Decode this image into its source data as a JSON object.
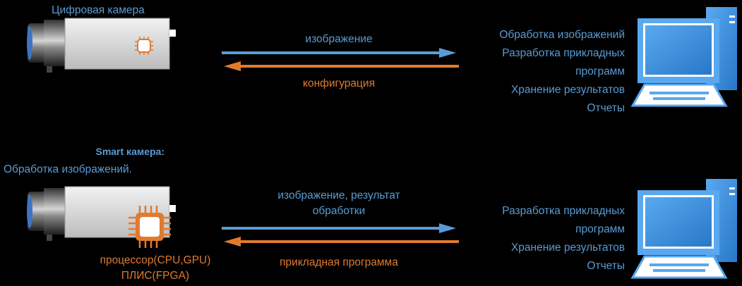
{
  "top": {
    "camera_title": "Цифровая камера",
    "arrow_forward_label": "изображение",
    "arrow_back_label": "конфигурация",
    "pc_lines": [
      "Обработка изображений",
      "Разработка прикладных",
      "программ",
      "Хранение результатов",
      "Отчеты"
    ]
  },
  "bottom": {
    "smart_title": "Smart камера:",
    "smart_subtitle": "Обработка изображений.",
    "arrow_forward_label_1": "изображение, результат",
    "arrow_forward_label_2": "обработки",
    "arrow_back_label": "прикладная программа",
    "processor_line_1": "процессор(CPU,GPU)",
    "processor_line_2": "ПЛИС(FPGA)",
    "pc_lines": [
      "Разработка прикладных",
      "программ",
      "Хранение результатов",
      "Отчеты"
    ]
  },
  "colors": {
    "blue": "#5b9bd5",
    "orange": "#e07a2f",
    "background": "#000000"
  },
  "icons": [
    "camera-icon",
    "chip-icon",
    "computer-icon"
  ]
}
